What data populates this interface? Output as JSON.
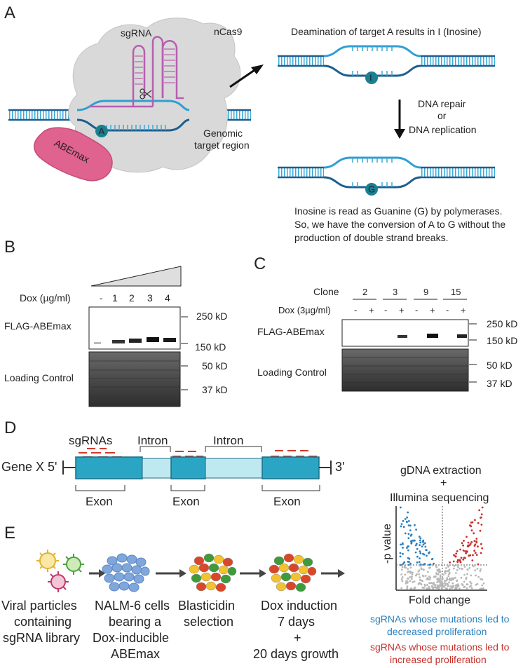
{
  "panels": {
    "a": "A",
    "b": "B",
    "c": "C",
    "d": "D",
    "e": "E"
  },
  "panel_a": {
    "sgrna": "sgRNA",
    "ncas9": "nCas9",
    "abemax": "ABEmax",
    "base_a": "A",
    "base_i": "I",
    "base_g": "G",
    "genomic_1": "Genomic",
    "genomic_2": "target region",
    "deamination": "Deamination of target A results in I (Inosine)",
    "repair_1": "DNA repair",
    "repair_2": "or",
    "repair_3": "DNA replication",
    "inosine_1": "Inosine is read as Guanine (G) by polymerases.",
    "inosine_2": "So, we have the conversion of A to G without the",
    "inosine_3": "production of double strand breaks."
  },
  "panel_b": {
    "dox_label": "Dox (µg/ml)",
    "doses": [
      "-",
      "1",
      "2",
      "3",
      "4"
    ],
    "flag": "FLAG-ABEmax",
    "loading": "Loading Control",
    "markers": [
      "250 kD",
      "150 kD",
      "50 kD",
      "37 kD"
    ]
  },
  "panel_c": {
    "clone_label": "Clone",
    "clones": [
      "2",
      "3",
      "9",
      "15"
    ],
    "dox_label": "Dox (3µg/ml)",
    "pm": [
      "-",
      "+",
      "-",
      "+",
      "-",
      "+",
      "-",
      "+"
    ],
    "flag": "FLAG-ABEmax",
    "loading": "Loading Control",
    "markers": [
      "250 kD",
      "150 kD",
      "50 kD",
      "37 kD"
    ]
  },
  "panel_d": {
    "sgrnas": "sgRNAs",
    "intron_1": "Intron",
    "intron_2": "Intron",
    "gene": "Gene X 5'",
    "three_prime": "3'",
    "exon_1": "Exon",
    "exon_2": "Exon",
    "exon_3": "Exon"
  },
  "panel_e": {
    "step1": [
      "Viral particles",
      "containing",
      "sgRNA library"
    ],
    "step2": [
      "NALM-6 cells",
      "bearing a",
      "Dox-inducible",
      "ABEmax"
    ],
    "step3": [
      "Blasticidin",
      "selection"
    ],
    "step4": [
      "Dox induction",
      "7 days",
      "+",
      "20 days growth"
    ],
    "gdna_1": "gDNA extraction",
    "gdna_2": "+",
    "gdna_3": "Illumina sequencing",
    "pvalue": "-p value",
    "fold": "Fold change",
    "blue_1": "sgRNAs whose mutations led to",
    "blue_2": "decreased proliferation",
    "red_1": "sgRNAs whose mutations led to",
    "red_2": "increased proliferation"
  },
  "colors": {
    "dna": "#2f9fd3",
    "dna_dark": "#1d5f8e",
    "cas9": "#d6d6d6",
    "abemax": "#e0628e",
    "sgrna": "#b65fb0",
    "exon": "#2aa6c4",
    "intron": "#bfe9f1",
    "sgrna_red": "#d23a2c",
    "blue_dot": "#2a7fbd",
    "red_dot": "#c6312a"
  }
}
